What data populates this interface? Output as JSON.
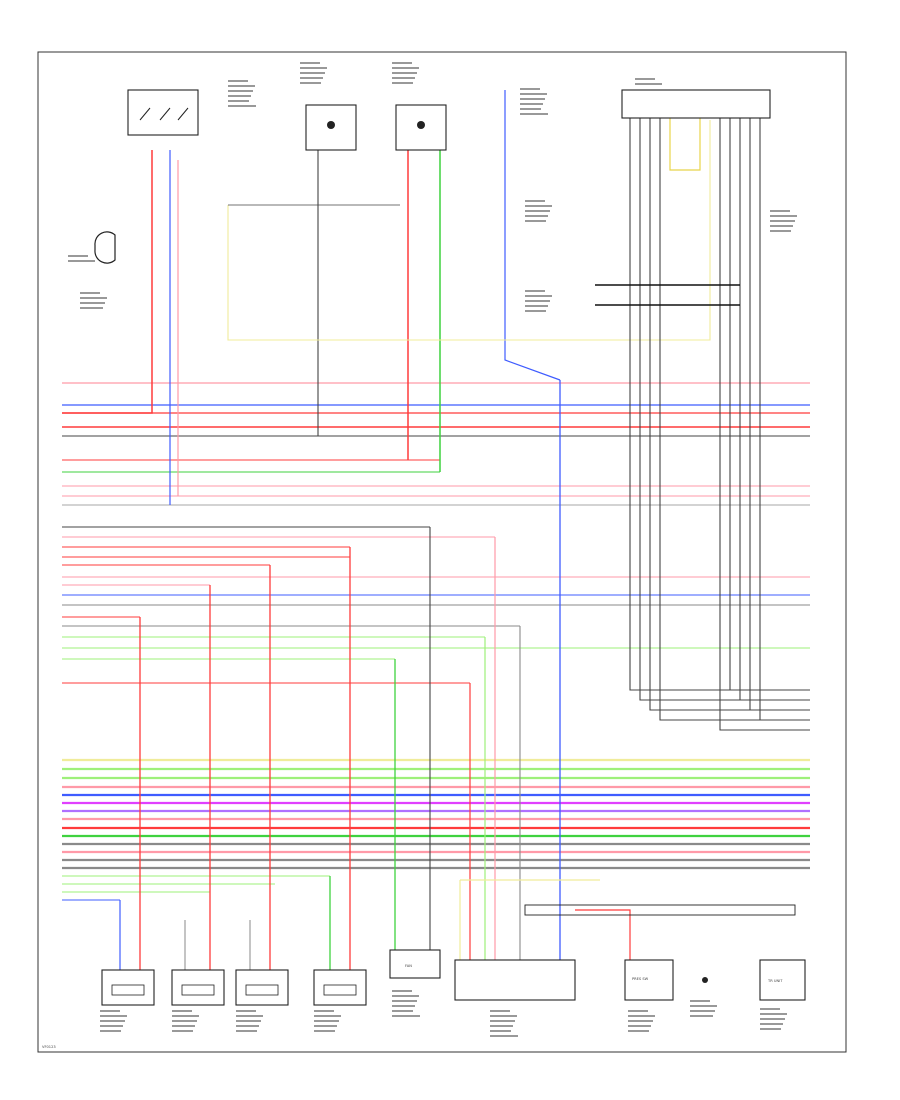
{
  "diagram": {
    "footer_code": "VF0123",
    "component_labels": {
      "tr_unit": "TR UNIT",
      "fan_relay_label": "FAN",
      "pressure_sw_label": "PRES SW"
    }
  },
  "colors": {
    "red": "#ff3b3b",
    "pink": "#ff9aa8",
    "blue": "#3f5cff",
    "green": "#3fd23f",
    "lightgreen": "#9ef07a",
    "yellow": "#e8d44a",
    "lightyellow": "#f0ec9a",
    "gray": "#8a8a8a",
    "darkgray": "#444444",
    "black": "#111111",
    "magenta": "#e040ff",
    "violet": "#b070ff",
    "olive": "#c9c98a"
  }
}
